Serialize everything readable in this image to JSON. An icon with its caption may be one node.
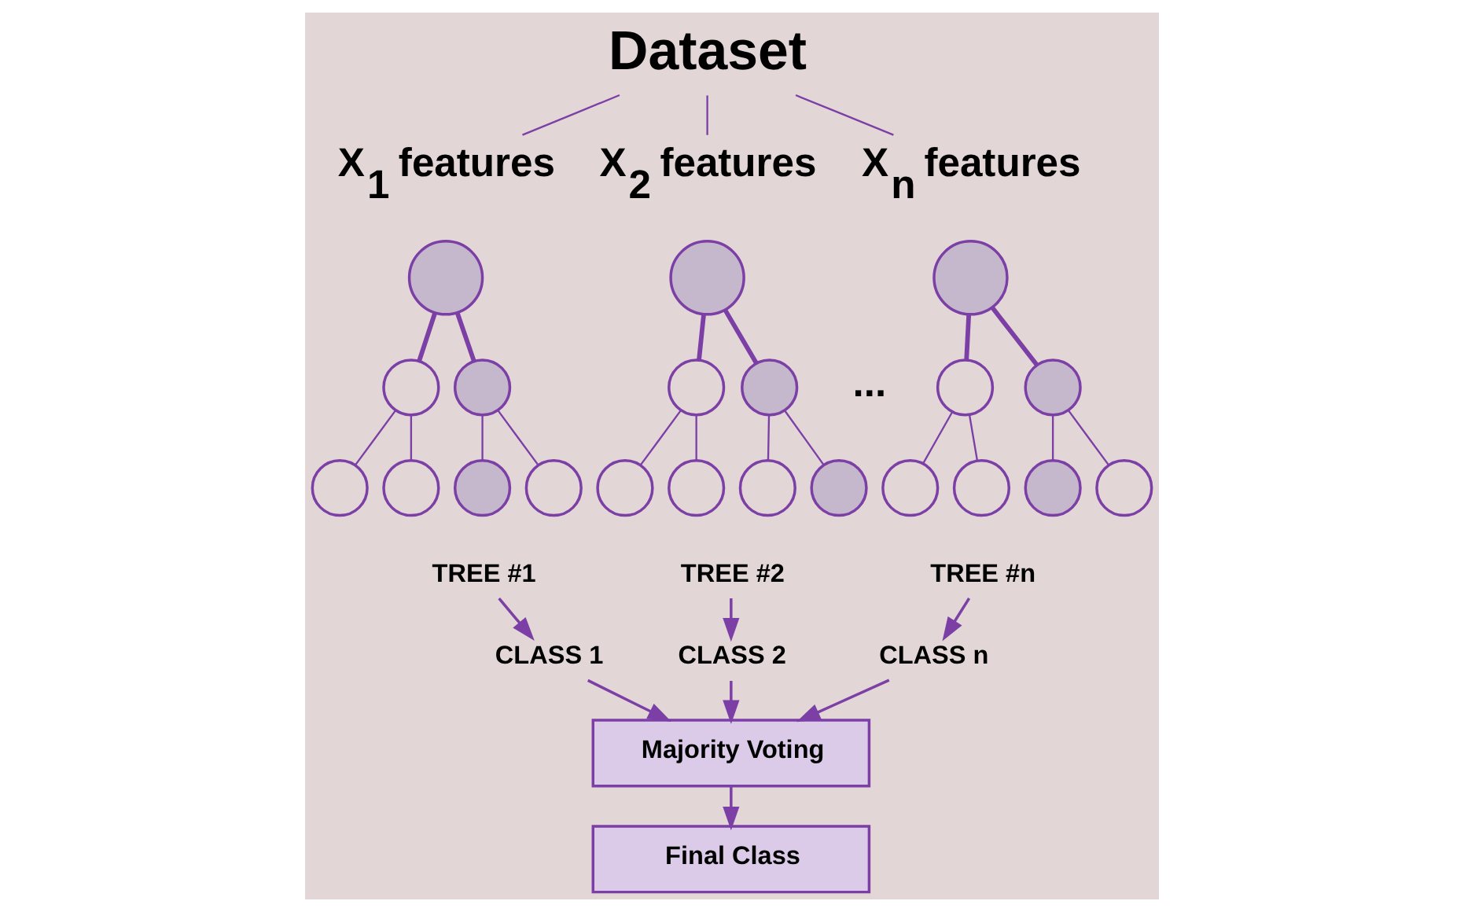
{
  "diagram": {
    "nodes": [
      {
        "text": [
          "Dataset"
        ]
      },
      {
        "text": [
          "X$_{1}$ features"
        ]
      },
      {
        "text": [
          "X$_{2}$ features"
        ]
      },
      {
        "text": [
          "X$_{n}$ features"
        ]
      },
      {
        "text": [],
        "shape": "circle"
      },
      {
        "text": [],
        "shape": "circle"
      },
      {
        "text": [],
        "shape": "circle"
      },
      {
        "text": [],
        "shape": "circle"
      },
      {
        "text": [],
        "shape": "circle"
      },
      {
        "text": [],
        "shape": "circle"
      },
      {
        "text": [],
        "shape": "circle"
      },
      {
        "text": [],
        "shape": "circle"
      },
      {
        "text": [],
        "shape": "circle"
      },
      {
        "text": [],
        "shape": "circle"
      },
      {
        "text": [],
        "shape": "circle"
      },
      {
        "text": [],
        "shape": "circle"
      },
      {
        "text": [],
        "shape": "circle"
      },
      {
        "text": [],
        "shape": "circle"
      },
      {
        "text": [],
        "shape": "circle"
      },
      {
        "text": [],
        "shape": "circle"
      },
      {
        "text": [],
        "shape": "circle"
      },
      {
        "text": [],
        "shape": "circle"
      },
      {
        "text": [],
        "shape": "circle"
      },
      {
        "text": [],
        "shape": "circle"
      },
      {
        "text": [],
        "shape": "circle"
      },
      {
        "text": [
          "TREE #1"
        ]
      },
      {
        "text": [
          "CLASS 1"
        ]
      },
      {
        "text": [
          "TREE #2"
        ]
      },
      {
        "text": [
          "CLASS 2"
        ]
      },
      {
        "text": [
          "TREE #n"
        ]
      },
      {
        "text": [
          "CLASS n"
        ]
      },
      {
        "text": [
          "Majority Voting"
        ]
      },
      {
        "text": [
          "Final Class"
        ]
      }
    ],
    "edges": [
      {
        "from": 0,
        "to": 1,
        "arrow": "none"
      },
      {
        "from": 0,
        "to": 2,
        "arrow": "none"
      },
      {
        "from": 0,
        "to": 3,
        "arrow": "none"
      },
      {
        "from": 4,
        "to": 5,
        "arrow": "none",
        "style": "thick"
      },
      {
        "from": 4,
        "to": 6,
        "arrow": "none",
        "style": "thick"
      },
      {
        "from": 5,
        "to": 7,
        "arrow": "none"
      },
      {
        "from": 5,
        "to": 8,
        "arrow": "none"
      },
      {
        "from": 6,
        "to": 9,
        "arrow": "none"
      },
      {
        "from": 6,
        "to": 10,
        "arrow": "none"
      },
      {
        "from": 11,
        "to": 12,
        "arrow": "none",
        "style": "thick"
      },
      {
        "from": 11,
        "to": 13,
        "arrow": "none",
        "style": "thick"
      },
      {
        "from": 12,
        "to": 14,
        "arrow": "none"
      },
      {
        "from": 12,
        "to": 15,
        "arrow": "none"
      },
      {
        "from": 13,
        "to": 16,
        "arrow": "none"
      },
      {
        "from": 13,
        "to": 17,
        "arrow": "none"
      },
      {
        "from": 18,
        "to": 19,
        "arrow": "none",
        "style": "thick"
      },
      {
        "from": 18,
        "to": 20,
        "arrow": "none",
        "style": "thick"
      },
      {
        "from": 19,
        "to": 21,
        "arrow": "none"
      },
      {
        "from": 19,
        "to": 22,
        "arrow": "none"
      },
      {
        "from": 20,
        "to": 23,
        "arrow": "none"
      },
      {
        "from": 20,
        "to": 24,
        "arrow": "none"
      },
      {
        "from": 25,
        "to": 26,
        "arrow": "to"
      },
      {
        "from": 27,
        "to": 28,
        "arrow": "to"
      },
      {
        "from": 29,
        "to": 30,
        "arrow": "to"
      },
      {
        "from": 26,
        "to": 31,
        "arrow": "to"
      },
      {
        "from": 28,
        "to": 31,
        "arrow": "to"
      },
      {
        "from": 30,
        "to": 31,
        "arrow": "to"
      },
      {
        "from": 31,
        "to": 32,
        "arrow": "to"
      }
    ],
    "labels": [
      "..."
    ]
  }
}
